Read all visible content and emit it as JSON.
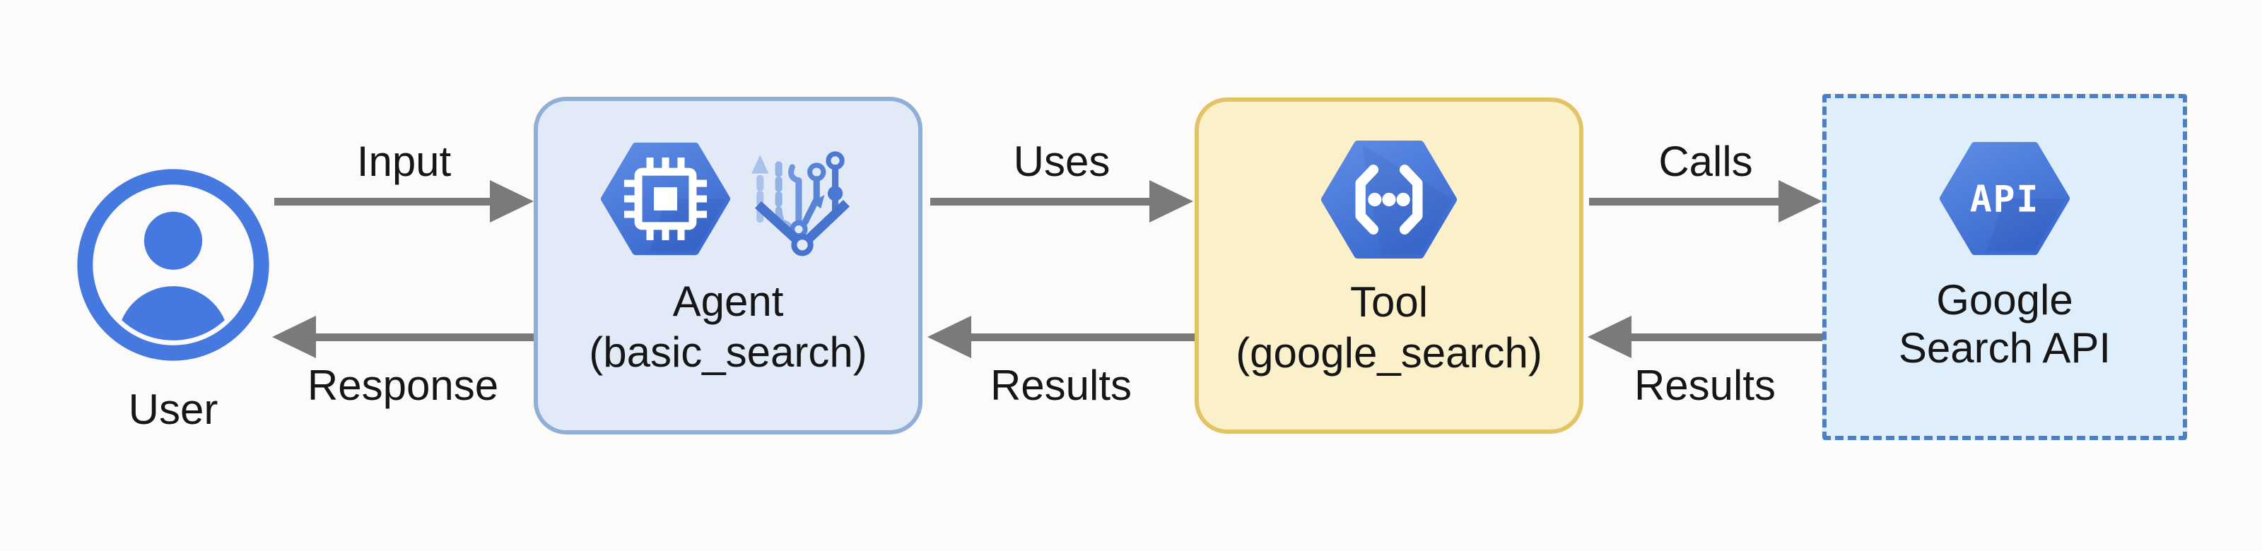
{
  "colors": {
    "canvas_bg": "#fcfbf9",
    "text_black": "#161616",
    "arrow_gray": "#7a7a7a",
    "agent_box_fill": "#e2eaf7",
    "agent_box_border": "#8fafd7",
    "tool_box_fill": "#faf0c9",
    "tool_box_border": "#e2c464",
    "api_box_fill": "#dfeefb",
    "api_box_border": "#4c80c2",
    "hexagon_blue_light": "#5b88e2",
    "hexagon_blue_dark": "#3c6bd0",
    "user_blue": "#4679e0",
    "branch_icon_light": "#a9c2ec",
    "branch_icon_mid": "#6e95dd",
    "branch_icon_dark": "#4673cd"
  },
  "nodes": {
    "user": {
      "label": "User",
      "icon": "user-avatar-icon"
    },
    "agent": {
      "title": "Agent",
      "subtitle": "(basic_search)",
      "icons": [
        "chip-hexagon-icon",
        "branching-paths-icon"
      ]
    },
    "tool": {
      "title": "Tool",
      "subtitle": "(google_search)",
      "icon": "code-brackets-hexagon-icon"
    },
    "api": {
      "label": "Google Search API",
      "hex_label": "API",
      "icon": "api-hexagon-icon"
    }
  },
  "edges": [
    {
      "label": "Input",
      "from": "user",
      "to": "agent",
      "direction": "right"
    },
    {
      "label": "Uses",
      "from": "agent",
      "to": "tool",
      "direction": "right"
    },
    {
      "label": "Calls",
      "from": "tool",
      "to": "api",
      "direction": "right"
    },
    {
      "label": "Response",
      "from": "agent",
      "to": "user",
      "direction": "left"
    },
    {
      "label": "Results",
      "from": "tool",
      "to": "agent",
      "direction": "left"
    },
    {
      "label": "Results",
      "from": "api",
      "to": "tool",
      "direction": "left"
    }
  ]
}
